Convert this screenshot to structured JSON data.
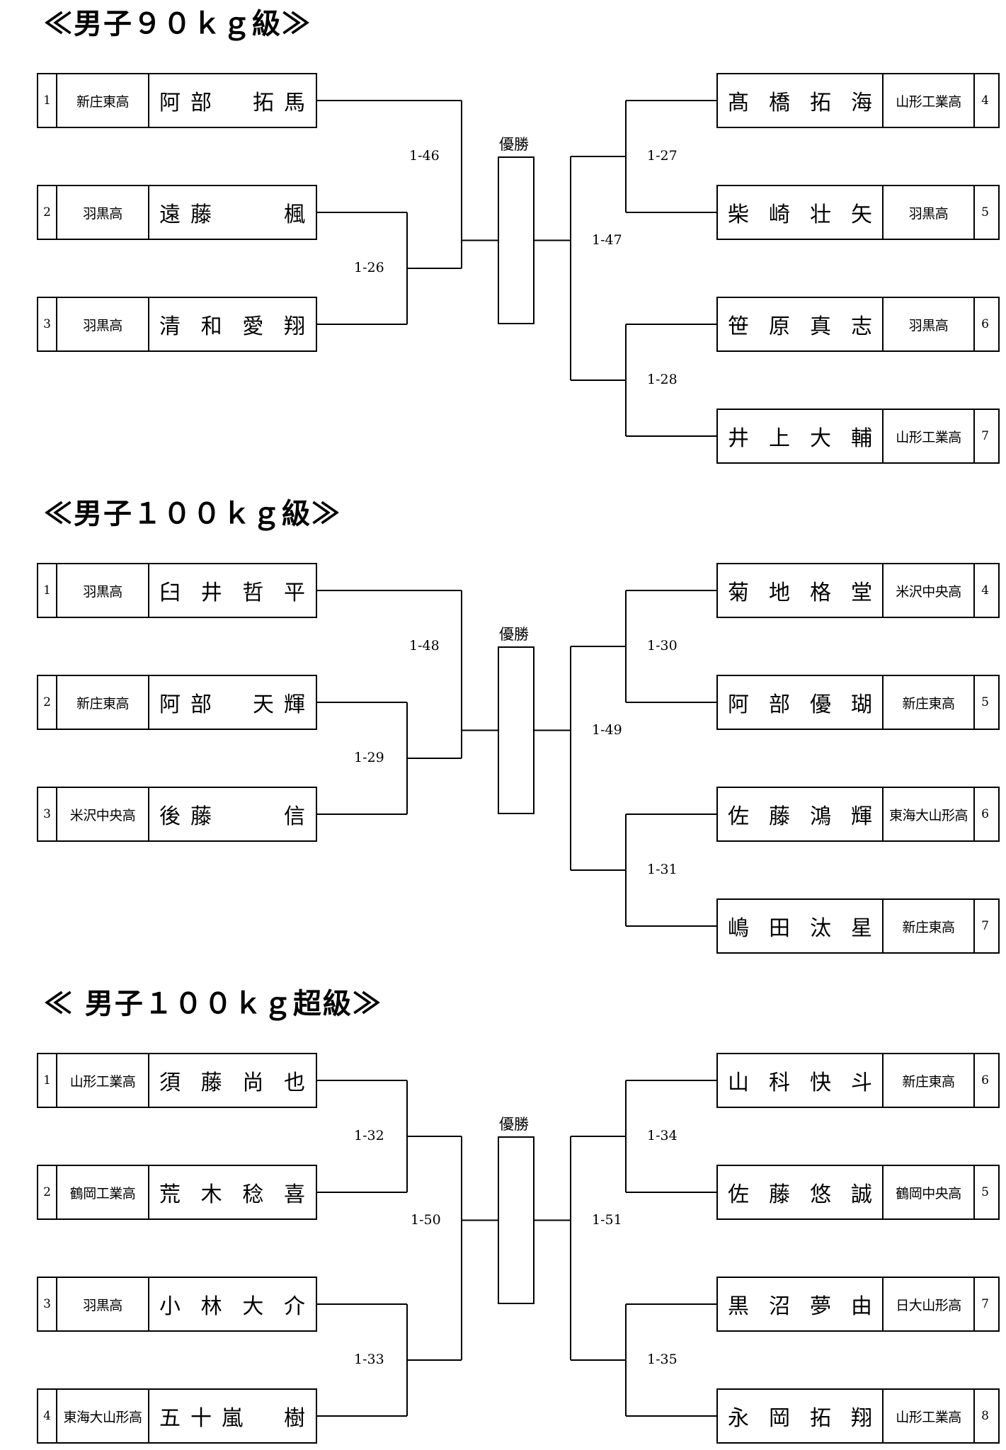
{
  "champion_label": "優勝",
  "sections": [
    {
      "title": "≪男子９０ｋｇ級≫",
      "left": [
        {
          "seed": "1",
          "school": "新庄東高",
          "name": [
            "阿",
            "部",
            "",
            "拓",
            "馬"
          ]
        },
        {
          "seed": "2",
          "school": "羽黒高",
          "name": [
            "遠",
            "藤",
            "",
            "",
            "楓"
          ]
        },
        {
          "seed": "3",
          "school": "羽黒高",
          "name": [
            "清",
            "和",
            "愛",
            "翔"
          ]
        }
      ],
      "right": [
        {
          "seed": "4",
          "school": "山形工業高",
          "name": [
            "髙",
            "橋",
            "拓",
            "海"
          ]
        },
        {
          "seed": "5",
          "school": "羽黒高",
          "name": [
            "柴",
            "崎",
            "壮",
            "矢"
          ]
        },
        {
          "seed": "6",
          "school": "羽黒高",
          "name": [
            "笹",
            "原",
            "真",
            "志"
          ]
        },
        {
          "seed": "7",
          "school": "山形工業高",
          "name": [
            "井",
            "上",
            "大",
            "輔"
          ]
        }
      ],
      "matches": {
        "left_semi": "1-26",
        "left_final": "1-46",
        "right_top": "1-27",
        "right_bottom": "1-28",
        "right_final": "1-47"
      }
    },
    {
      "title": "≪男子１００ｋｇ級≫",
      "left": [
        {
          "seed": "1",
          "school": "羽黒高",
          "name": [
            "臼",
            "井",
            "哲",
            "平"
          ]
        },
        {
          "seed": "2",
          "school": "新庄東高",
          "name": [
            "阿",
            "部",
            "",
            "天",
            "輝"
          ]
        },
        {
          "seed": "3",
          "school": "米沢中央高",
          "name": [
            "後",
            "藤",
            "",
            "",
            "信"
          ]
        }
      ],
      "right": [
        {
          "seed": "4",
          "school": "米沢中央高",
          "name": [
            "菊",
            "地",
            "格",
            "堂"
          ]
        },
        {
          "seed": "5",
          "school": "新庄東高",
          "name": [
            "阿",
            "部",
            "優",
            "瑚"
          ]
        },
        {
          "seed": "6",
          "school": "東海大山形高",
          "name": [
            "佐",
            "藤",
            "鴻",
            "輝"
          ]
        },
        {
          "seed": "7",
          "school": "新庄東高",
          "name": [
            "嶋",
            "田",
            "汰",
            "星"
          ]
        }
      ],
      "matches": {
        "left_semi": "1-29",
        "left_final": "1-48",
        "right_top": "1-30",
        "right_bottom": "1-31",
        "right_final": "1-49"
      }
    },
    {
      "title": "≪ 男子１００ｋｇ超級≫",
      "left": [
        {
          "seed": "1",
          "school": "山形工業高",
          "name": [
            "須",
            "藤",
            "尚",
            "也"
          ]
        },
        {
          "seed": "2",
          "school": "鶴岡工業高",
          "name": [
            "荒",
            "木",
            "稔",
            "喜"
          ]
        },
        {
          "seed": "3",
          "school": "羽黒高",
          "name": [
            "小",
            "林",
            "大",
            "介"
          ]
        },
        {
          "seed": "4",
          "school": "東海大山形高",
          "name": [
            "五",
            "十",
            "嵐",
            "",
            "樹"
          ]
        }
      ],
      "right": [
        {
          "seed": "6",
          "school": "新庄東高",
          "name": [
            "山",
            "科",
            "快",
            "斗"
          ]
        },
        {
          "seed": "5",
          "school": "鶴岡中央高",
          "name": [
            "佐",
            "藤",
            "悠",
            "誠"
          ]
        },
        {
          "seed": "7",
          "school": "日大山形高",
          "name": [
            "黒",
            "沼",
            "夢",
            "由"
          ]
        },
        {
          "seed": "8",
          "school": "山形工業高",
          "name": [
            "永",
            "岡",
            "拓",
            "翔"
          ]
        }
      ],
      "matches": {
        "left_top": "1-32",
        "left_bottom": "1-33",
        "left_final": "1-50",
        "right_top": "1-34",
        "right_bottom": "1-35",
        "right_final": "1-51"
      }
    }
  ]
}
